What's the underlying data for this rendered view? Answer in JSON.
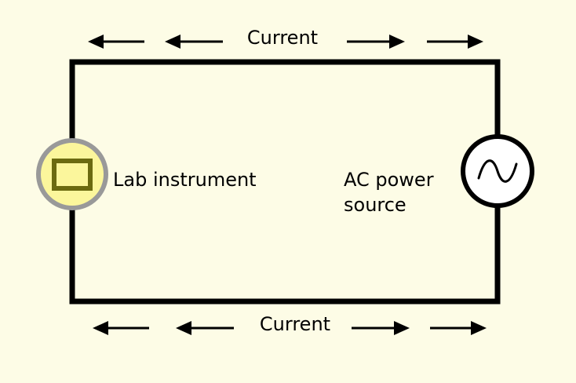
{
  "labels": {
    "current_top": "Current",
    "current_bottom": "Current",
    "lab_instrument": "Lab instrument",
    "ac_power_line1": "AC power",
    "ac_power_line2": "source"
  },
  "colors": {
    "background": "#fdfce6",
    "wire": "#000000",
    "instrument_fill": "#fbf69c",
    "instrument_ring": "#999999",
    "instrument_box": "#6b6a10",
    "source_fill": "#ffffff"
  },
  "icons": {
    "lab_instrument": "lab-instrument-icon",
    "ac_source": "ac-sine-wave-icon",
    "arrow_left": "arrow-left-icon",
    "arrow_right": "arrow-right-icon"
  }
}
